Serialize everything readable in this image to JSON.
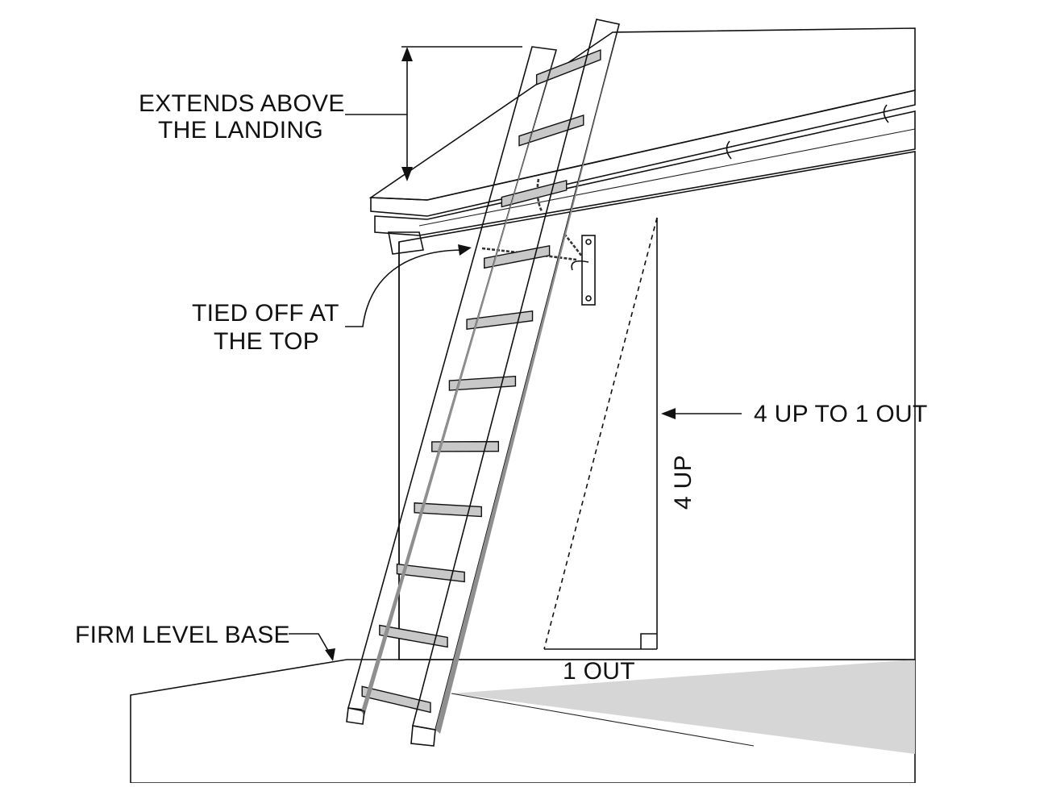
{
  "labels": {
    "extends_line1": "EXTENDS ABOVE",
    "extends_line2": "THE LANDING",
    "tied_line1": "TIED OFF AT",
    "tied_line2": "THE TOP",
    "ratio": "4 UP TO 1 OUT",
    "up": "4 UP",
    "out": "1 OUT",
    "base": "FIRM LEVEL BASE"
  },
  "colors": {
    "ink": "#111111",
    "wall": "#f1f1f1",
    "ground": "#e4e4e4",
    "roof": "#c9c9c9",
    "gutter": "#d8d8d8",
    "ladder": "#b5b5b5",
    "ladder_shade": "#8f8f8f"
  }
}
